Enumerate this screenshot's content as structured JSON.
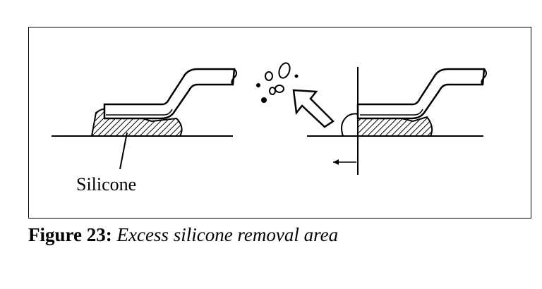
{
  "figure": {
    "label_silicone": "Silicone",
    "caption_number": "Figure 23:",
    "caption_text": "Excess silicone removal area"
  },
  "icons": [
    "fiber-lead",
    "silicone-bead",
    "silicone-debris",
    "arrow",
    "trim-line"
  ],
  "colors": {
    "ink": "#000000",
    "paper": "#ffffff"
  }
}
